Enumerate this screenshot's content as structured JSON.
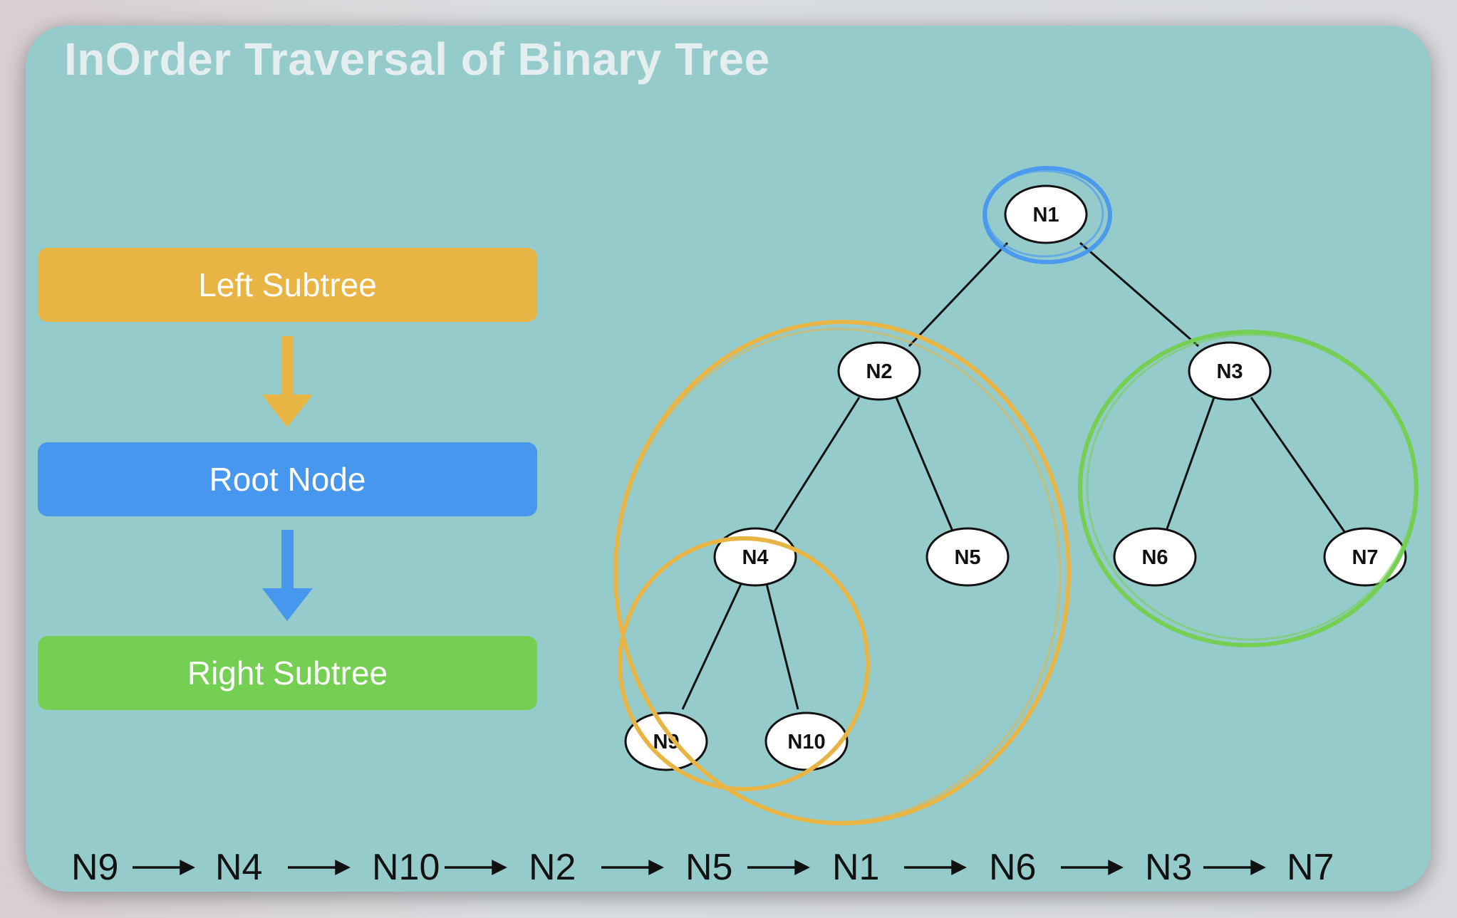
{
  "title": "InOrder Traversal of Binary Tree",
  "steps": {
    "left": "Left Subtree",
    "root": "Root Node",
    "right": "Right Subtree"
  },
  "nodes": {
    "n1": "N1",
    "n2": "N2",
    "n3": "N3",
    "n4": "N4",
    "n5": "N5",
    "n6": "N6",
    "n7": "N7",
    "n9": "N9",
    "n10": "N10"
  },
  "sequence": [
    "N9",
    "N4",
    "N10",
    "N2",
    "N5",
    "N1",
    "N6",
    "N3",
    "N7"
  ],
  "colors": {
    "left": "#e8b443",
    "root": "#4797ee",
    "right": "#74cf53",
    "panel": "#96cbcb"
  }
}
